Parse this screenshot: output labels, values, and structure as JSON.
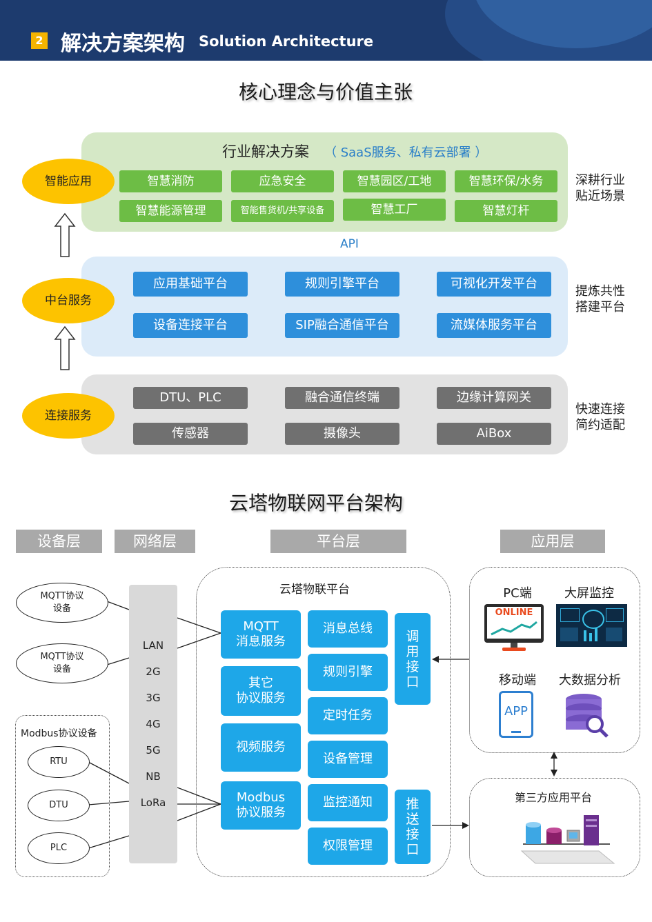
{
  "header": {
    "badge": "2",
    "title_cn": "解决方案架构",
    "title_en": "Solution Architecture"
  },
  "core": {
    "title": "核心理念与价值主张",
    "industry_title": "行业解决方案",
    "industry_note": "（ SaaS服务、私有云部署 ）",
    "api_label": "API",
    "ovals": [
      "智能应用",
      "中台服务",
      "连接服务"
    ],
    "apps": [
      "智慧消防",
      "应急安全",
      "智慧园区/工地",
      "智慧环保/水务",
      "智慧能源管理",
      "智能售货机/共享设备",
      "智慧工厂",
      "智慧灯杆"
    ],
    "middle": [
      "应用基础平台",
      "规则引擎平台",
      "可视化开发平台",
      "设备连接平台",
      "SIP融合通信平台",
      "流媒体服务平台"
    ],
    "connect": [
      "DTU、PLC",
      "融合通信终端",
      "边缘计算网关",
      "传感器",
      "摄像头",
      "AiBox"
    ],
    "side_labels": [
      [
        "深耕行业",
        "贴近场景"
      ],
      [
        "提炼共性",
        "搭建平台"
      ],
      [
        "快速连接",
        "简约适配"
      ]
    ]
  },
  "platform": {
    "title": "云塔物联网平台架构",
    "layers": [
      "设备层",
      "网络层",
      "平台层",
      "应用层"
    ],
    "devices": {
      "mqtt1": [
        "MQTT协议",
        "设备"
      ],
      "mqtt2": [
        "MQTT协议",
        "设备"
      ],
      "modbus_title": "Modbus协议设备",
      "modbus_items": [
        "RTU",
        "DTU",
        "PLC"
      ]
    },
    "networks": [
      "LAN",
      "2G",
      "3G",
      "4G",
      "5G",
      "NB",
      "LoRa"
    ],
    "cloud_title": "云塔物联平台",
    "services": [
      [
        "MQTT",
        "消息服务"
      ],
      [
        "其它",
        "协议服务"
      ],
      [
        "视频服务"
      ],
      [
        "Modbus",
        "协议服务"
      ]
    ],
    "modules": [
      "消息总线",
      "规则引擎",
      "定时任务",
      "设备管理",
      "监控通知",
      "权限管理"
    ],
    "call_interface": [
      "调",
      "用",
      "接",
      "口"
    ],
    "push_interface": [
      "推",
      "送",
      "接",
      "口"
    ],
    "apps": {
      "pc": "PC端",
      "online_text": "ONLINE",
      "big_screen": "大屏监控",
      "mobile": "移动端",
      "app_text": "APP",
      "big_data": "大数据分析"
    },
    "third_party": "第三方应用平台"
  }
}
